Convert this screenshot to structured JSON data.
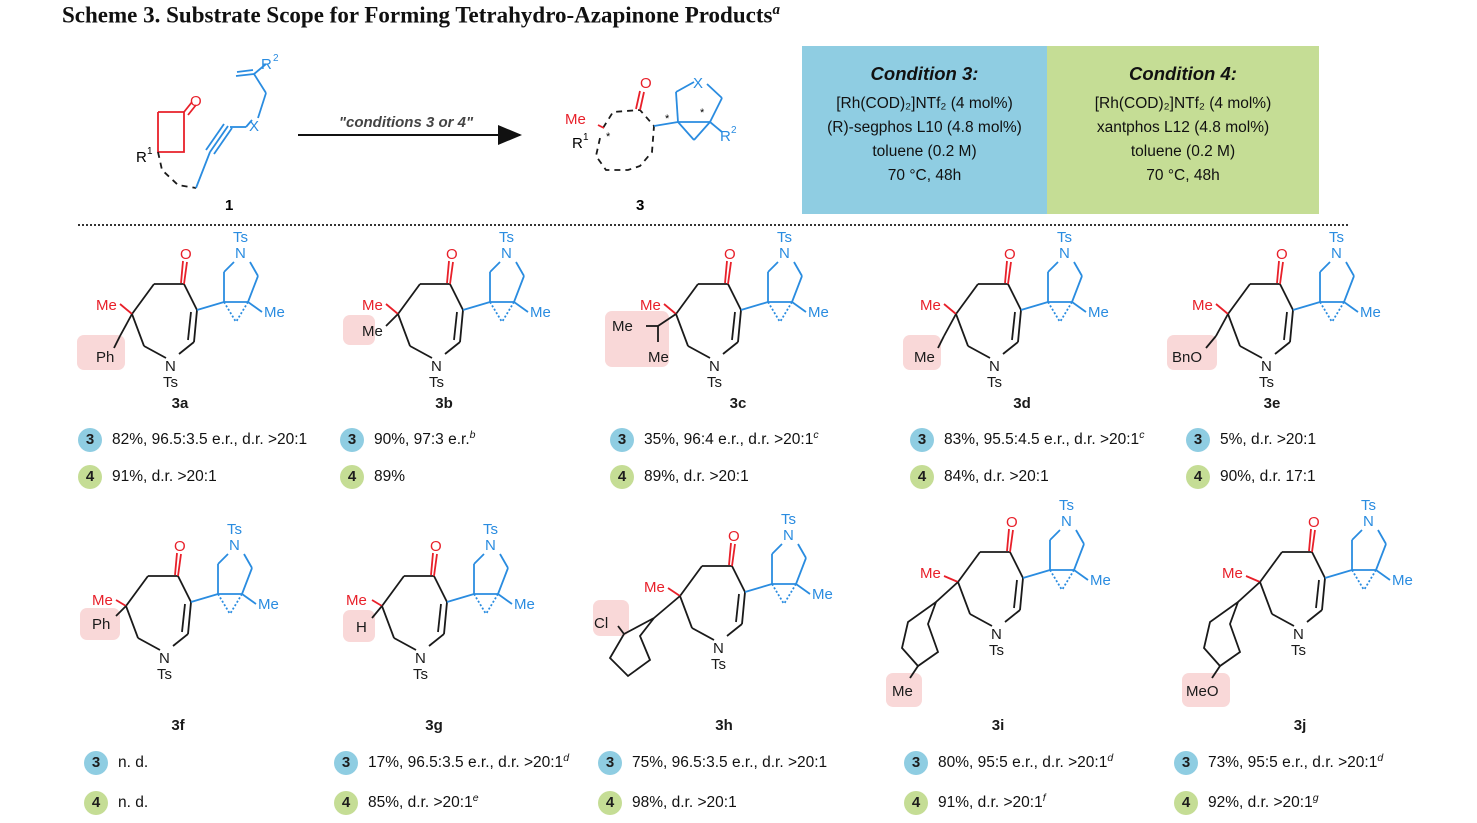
{
  "title": "Scheme 3. Substrate Scope for Forming Tetrahydro-Azapinone Products",
  "title_note": "a",
  "reaction": {
    "arrow_label": "\"conditions 3 or 4\"",
    "start_label": "1",
    "product_label": "3"
  },
  "conditions": [
    {
      "title": "Condition 3:",
      "lines": [
        "[Rh(COD)₂]NTf₂ (4 mol%)",
        "(R)-segphos L10 (4.8 mol%)",
        "toluene (0.2 M)",
        "70 °C, 48h"
      ],
      "color": "#8fcde2"
    },
    {
      "title": "Condition 4:",
      "lines": [
        "[Rh(COD)₂]NTf₂ (4 mol%)",
        "xantphos L12 (4.8 mol%)",
        "toluene (0.2 M)",
        "70 °C, 48h"
      ],
      "color": "#c5dd95"
    }
  ],
  "compounds": [
    {
      "label": "3a",
      "r": "Ph",
      "c3": "82%, 96.5:3.5 e.r., d.r. >20:1",
      "c3_note": "",
      "c4": "91%, d.r. >20:1",
      "c4_note": ""
    },
    {
      "label": "3b",
      "r": "Me",
      "c3": "90%, 97:3 e.r.",
      "c3_note": "b",
      "c4": "89%",
      "c4_note": ""
    },
    {
      "label": "3c",
      "r": "Me",
      "c3": "35%, 96:4 e.r., d.r. >20:1",
      "c3_note": "c",
      "c4": "89%, d.r. >20:1",
      "c4_note": ""
    },
    {
      "label": "3d",
      "r": "Me",
      "c3": "83%, 95.5:4.5 e.r., d.r. >20:1",
      "c3_note": "c",
      "c4": "84%, d.r. >20:1",
      "c4_note": ""
    },
    {
      "label": "3e",
      "r": "BnO",
      "c3": "5%, d.r. >20:1",
      "c3_note": "",
      "c4": "90%, d.r. 17:1",
      "c4_note": ""
    },
    {
      "label": "3f",
      "r": "Ph",
      "c3": "n. d.",
      "c3_note": "",
      "c4": "n. d.",
      "c4_note": ""
    },
    {
      "label": "3g",
      "r": "H",
      "c3": "17%, 96.5:3.5 e.r., d.r. >20:1",
      "c3_note": "d",
      "c4": "85%, d.r. >20:1",
      "c4_note": "e"
    },
    {
      "label": "3h",
      "r": "Cl",
      "c3": "75%, 96.5:3.5 e.r., d.r. >20:1",
      "c3_note": "",
      "c4": "98%, d.r. >20:1",
      "c4_note": ""
    },
    {
      "label": "3i",
      "r": "Me",
      "c3": "80%, 95:5 e.r., d.r. >20:1",
      "c3_note": "d",
      "c4": "91%, d.r. >20:1",
      "c4_note": "f"
    },
    {
      "label": "3j",
      "r": "MeO",
      "c3": "73%, 95:5 e.r., d.r. >20:1",
      "c3_note": "d",
      "c4": "92%, d.r. >20:1",
      "c4_note": "g"
    }
  ],
  "atoms": {
    "me": "Me",
    "ts": "Ts",
    "n": "N",
    "o": "O",
    "x": "X",
    "r1": "R",
    "r2": "R",
    "sup1": "1",
    "sup2": "2",
    "star": "*",
    "three": "3",
    "four": "4"
  },
  "colors": {
    "red": "#e8202a",
    "blue": "#2a8ce0",
    "highlight": "#f9d8d8",
    "black": "#1a1a1a"
  }
}
